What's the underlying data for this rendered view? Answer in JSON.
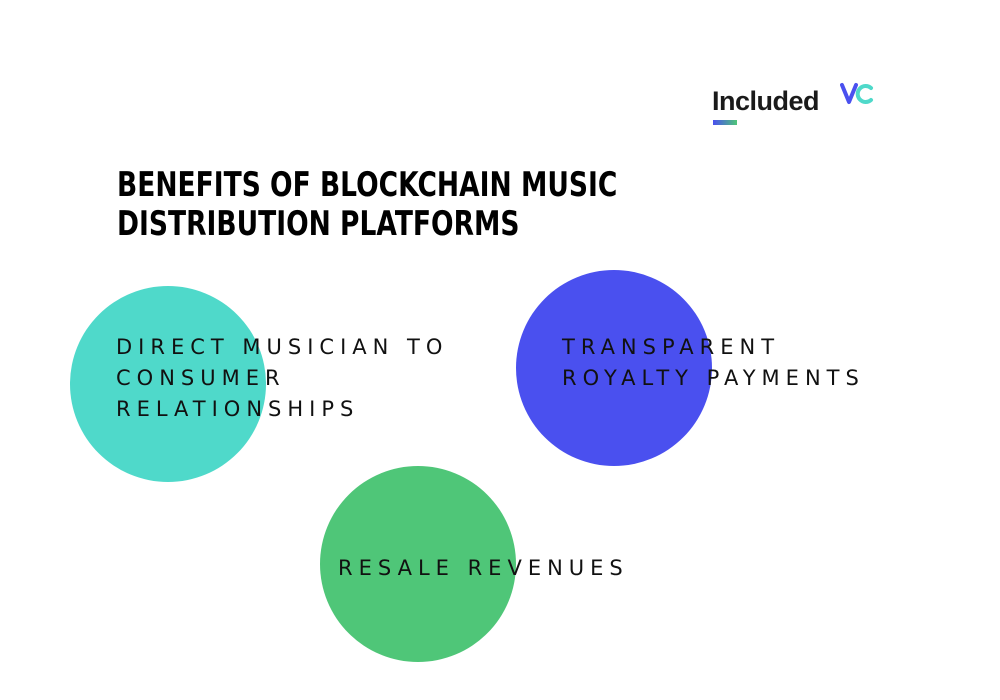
{
  "logo": {
    "text": "Included",
    "mark": "VC",
    "colors": {
      "text": "#1a1a1a",
      "v": "#4a50ef",
      "c": "#4fd9ca",
      "bar_start": "#4a50ef",
      "bar_end": "#4fc678"
    }
  },
  "title": "Benefits of Blockchain Music\nDistribution Platforms",
  "benefits": [
    {
      "label": "Direct musician to\nconsumer\nrelationships",
      "color": "#4fd9ca"
    },
    {
      "label": "Transparent\nroyalty payments",
      "color": "#4a50ef"
    },
    {
      "label": "Resale revenues",
      "color": "#4fc678"
    }
  ]
}
